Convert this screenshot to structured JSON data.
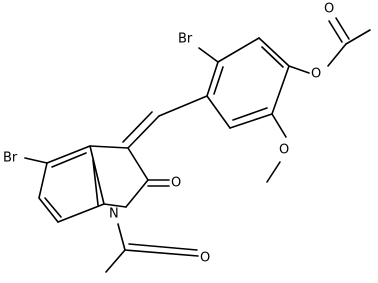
{
  "molecule": {
    "atom_labels": {
      "br_top": "Br",
      "br_left": "Br",
      "o_ester": "O",
      "o_carbonyl_acetate": "O",
      "o_methoxy": "O",
      "o_lactam": "O",
      "n_indole": "N",
      "o_acetyl": "O"
    }
  }
}
